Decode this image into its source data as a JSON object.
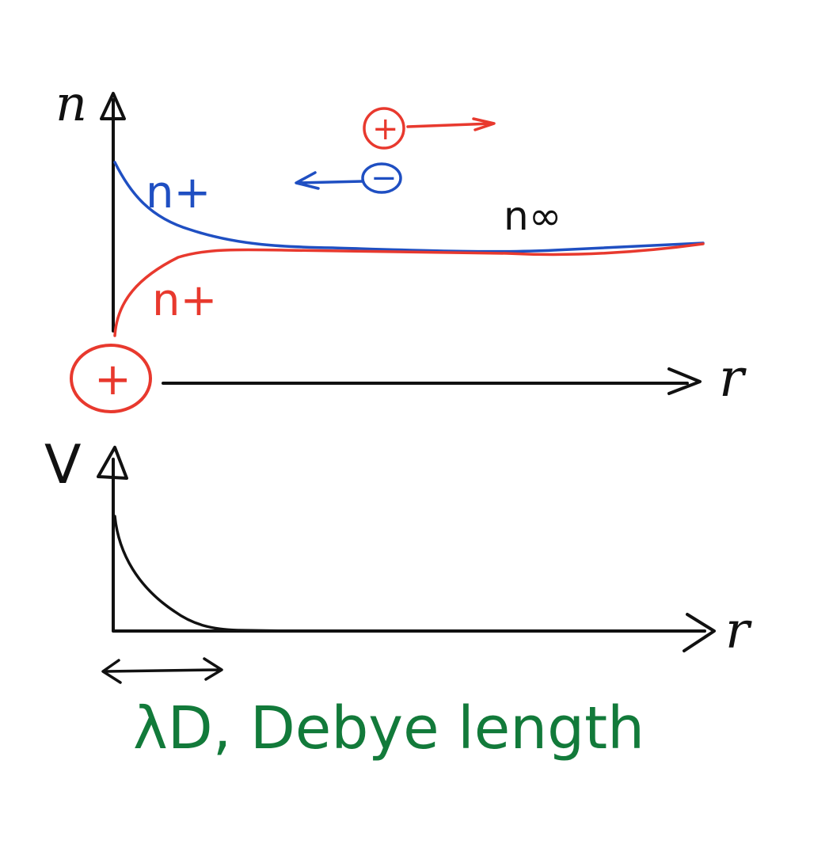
{
  "colors": {
    "black": "#111111",
    "blue": "#1f4fc2",
    "red": "#e8392e",
    "green": "#127a3a"
  },
  "top_plot": {
    "y_axis_label": "n",
    "x_axis_label": "r",
    "blue_curve_label": "n+",
    "red_curve_label": "n+",
    "asymptote_label": "n∞",
    "central_charge": "+",
    "legend": {
      "positive_ion_symbol": "+",
      "negative_ion_symbol": "−"
    }
  },
  "bottom_plot": {
    "y_axis_label": "V",
    "x_axis_label": "r"
  },
  "annotation": {
    "text": "λD, Debye length"
  }
}
